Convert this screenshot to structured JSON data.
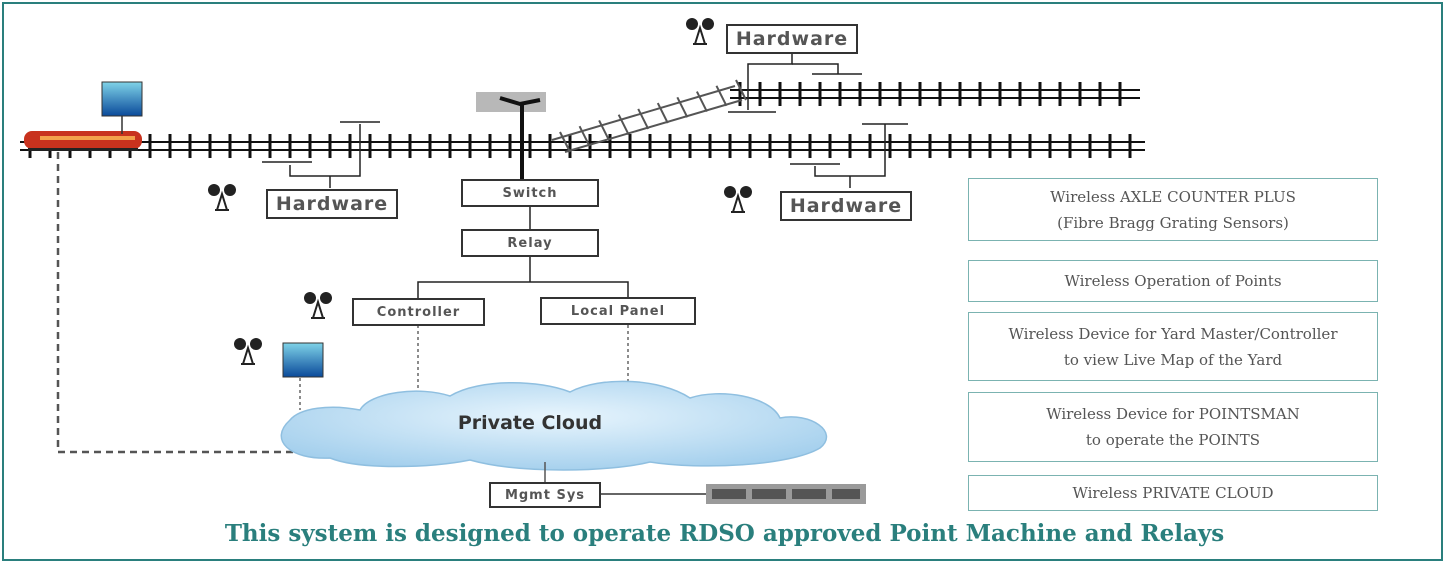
{
  "diagram": {
    "hardware_label": "Hardware",
    "switch_label": "Switch",
    "relay_label": "Relay",
    "controller_label": "Controller",
    "local_panel_label": "Local Panel",
    "cloud_label": "Private Cloud",
    "mgmt_label": "Mgmt Sys"
  },
  "features": [
    "Wireless AXLE COUNTER PLUS",
    "(Fibre Bragg Grating Sensors)",
    "Wireless Operation of Points",
    "Wireless Device for Yard Master/Controller",
    "to view Live Map of the Yard",
    "Wireless Device for POINTSMAN",
    "to operate the POINTS",
    "Wireless PRIVATE CLOUD"
  ],
  "footer": "This system is designed to operate RDSO approved Point Machine and Relays",
  "colors": {
    "accent": "#2a7f7d",
    "cloud": "#bfe0f5",
    "train": "#c8321e"
  },
  "icons": [
    "antenna-icon",
    "tablet-icon",
    "train-icon",
    "server-rack-icon"
  ]
}
